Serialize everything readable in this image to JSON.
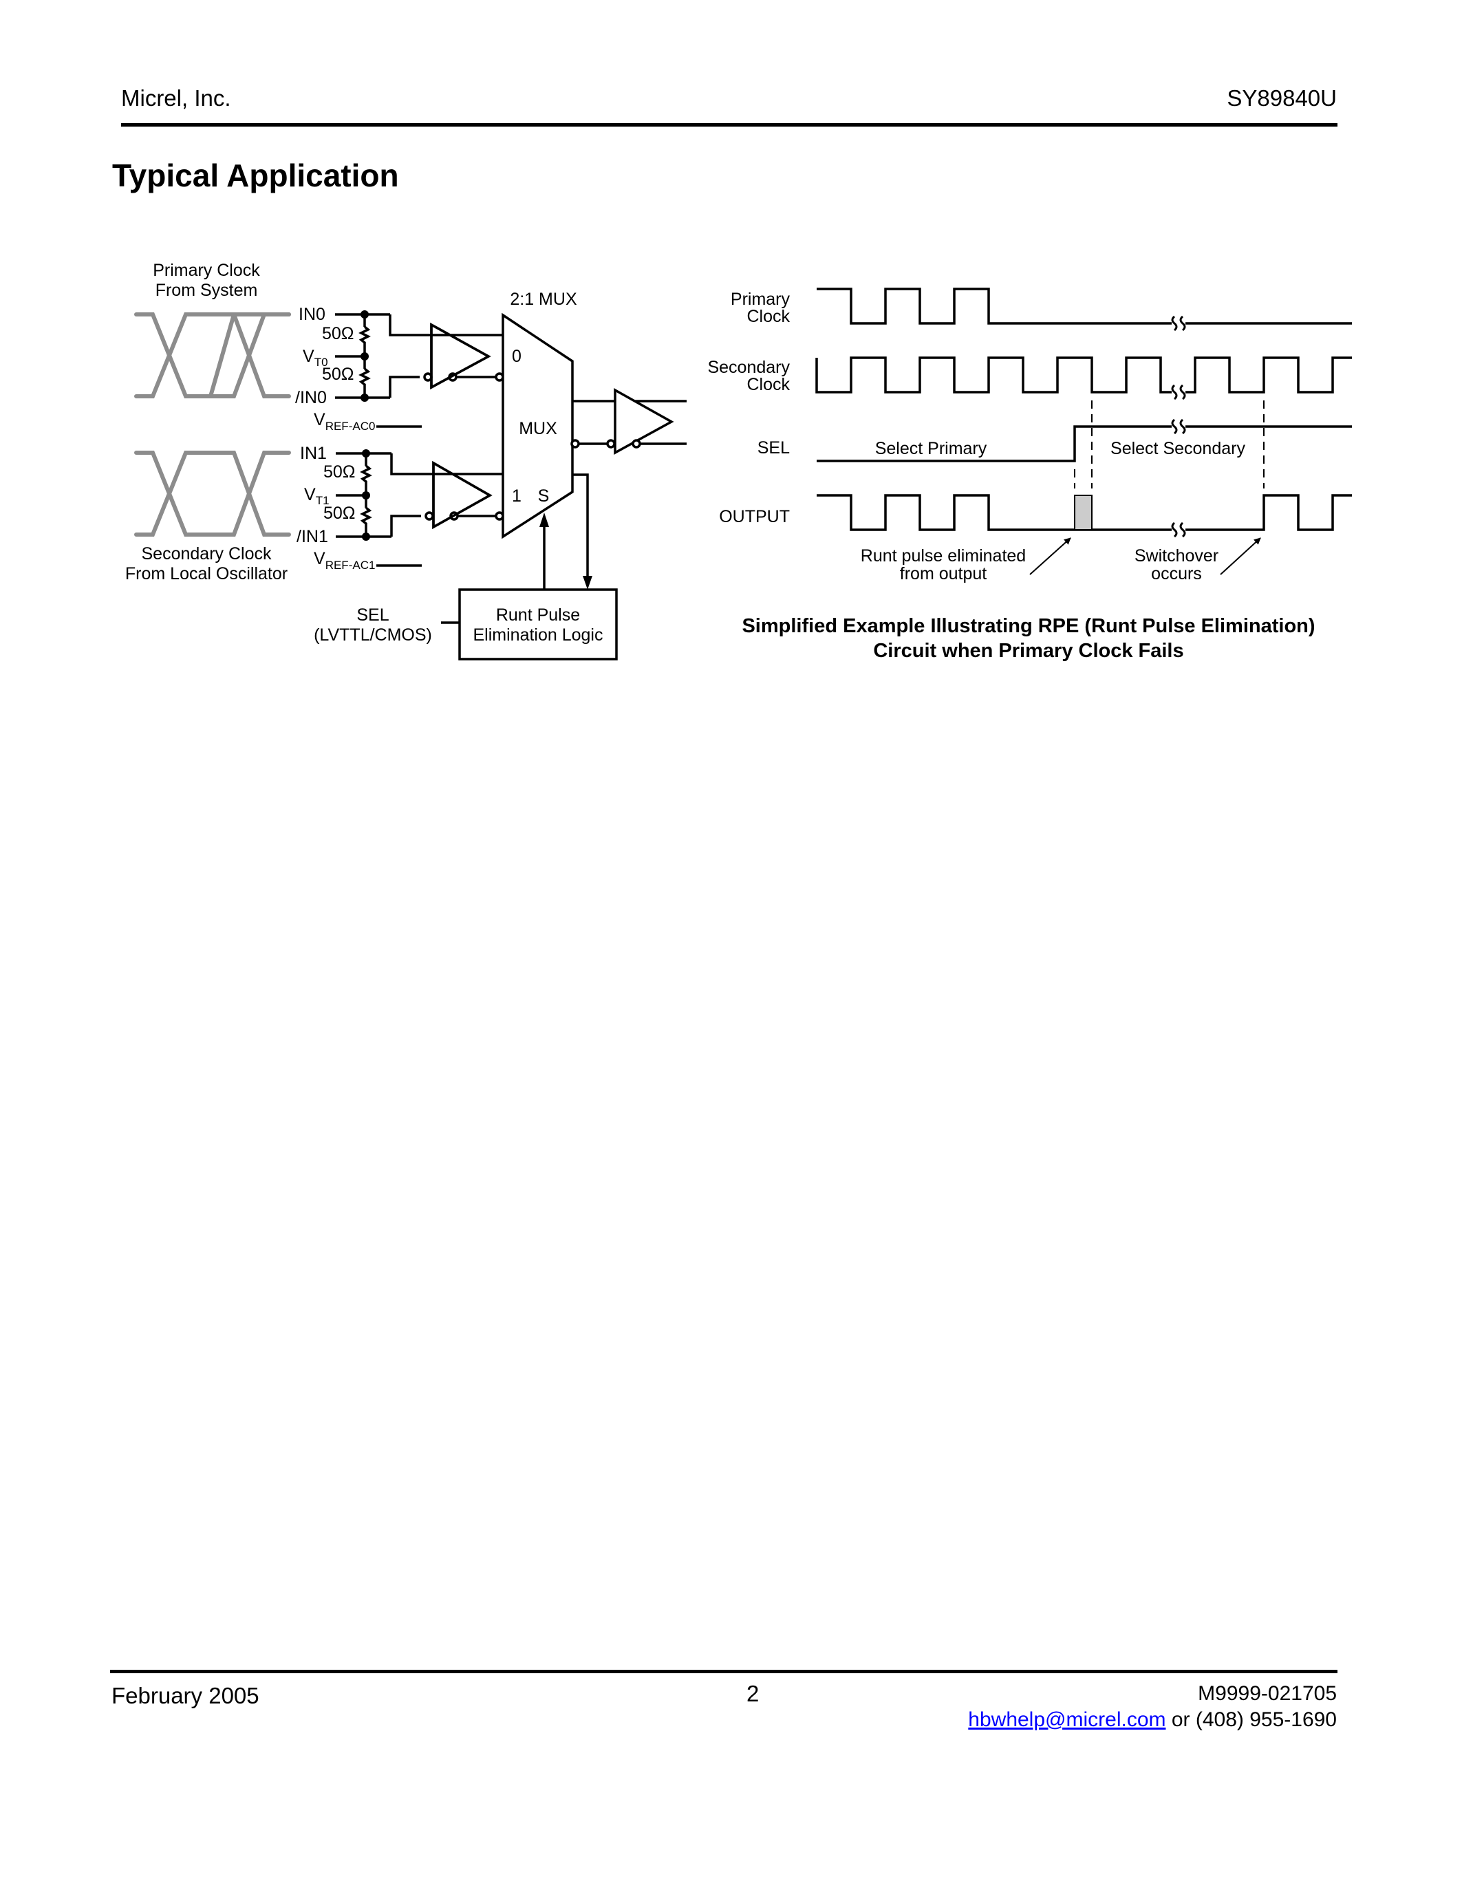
{
  "header": {
    "company": "Micrel, Inc.",
    "part_number": "SY89840U"
  },
  "section": {
    "title": "Typical Application"
  },
  "block_diagram": {
    "primary_clock_label": [
      "Primary Clock",
      "From System"
    ],
    "secondary_clock_label": [
      "Secondary Clock",
      "From Local Oscillator"
    ],
    "pins": {
      "in0": "IN0",
      "in0_bar": "/IN0",
      "vt0_main": "V",
      "vt0_sub": "T0",
      "vref_ac0_main": "V",
      "vref_ac0_sub": "REF-AC0",
      "in1": "IN1",
      "in1_bar": "/IN1",
      "vt1_main": "V",
      "vt1_sub": "T1",
      "vref_ac1_main": "V",
      "vref_ac1_sub": "REF-AC1"
    },
    "resistor_value": "50Ω",
    "mux_title": "2:1 MUX",
    "mux_label": "MUX",
    "mux_input0": "0",
    "mux_input1": "1",
    "mux_select": "S",
    "sel_label": [
      "SEL",
      "(LVTTL/CMOS)"
    ],
    "rpe_block": [
      "Runt Pulse",
      "Elimination Logic"
    ],
    "colors": {
      "eye_diagram": "#8c8c8c",
      "wire": "#000000"
    }
  },
  "timing_diagram": {
    "signals": [
      {
        "name": [
          "Primary",
          "Clock"
        ]
      },
      {
        "name": [
          "Secondary",
          "Clock"
        ]
      },
      {
        "name": [
          "SEL"
        ]
      },
      {
        "name": [
          "OUTPUT"
        ]
      }
    ],
    "sel_low_label": "Select Primary",
    "sel_high_label": "Select Secondary",
    "annotation_runt": [
      "Runt pulse eliminated",
      "from output"
    ],
    "annotation_switch": [
      "Switchover",
      "occurs"
    ],
    "runt_fill": "#cccccc",
    "caption": [
      "Simplified Example Illustrating RPE (Runt Pulse Elimination)",
      "Circuit when Primary Clock Fails"
    ]
  },
  "footer": {
    "date": "February 2005",
    "page": "2",
    "doc_number": "M9999-021705",
    "email": "hbwhelp@micrel.com",
    "phone_text": " or (408) 955-1690"
  }
}
